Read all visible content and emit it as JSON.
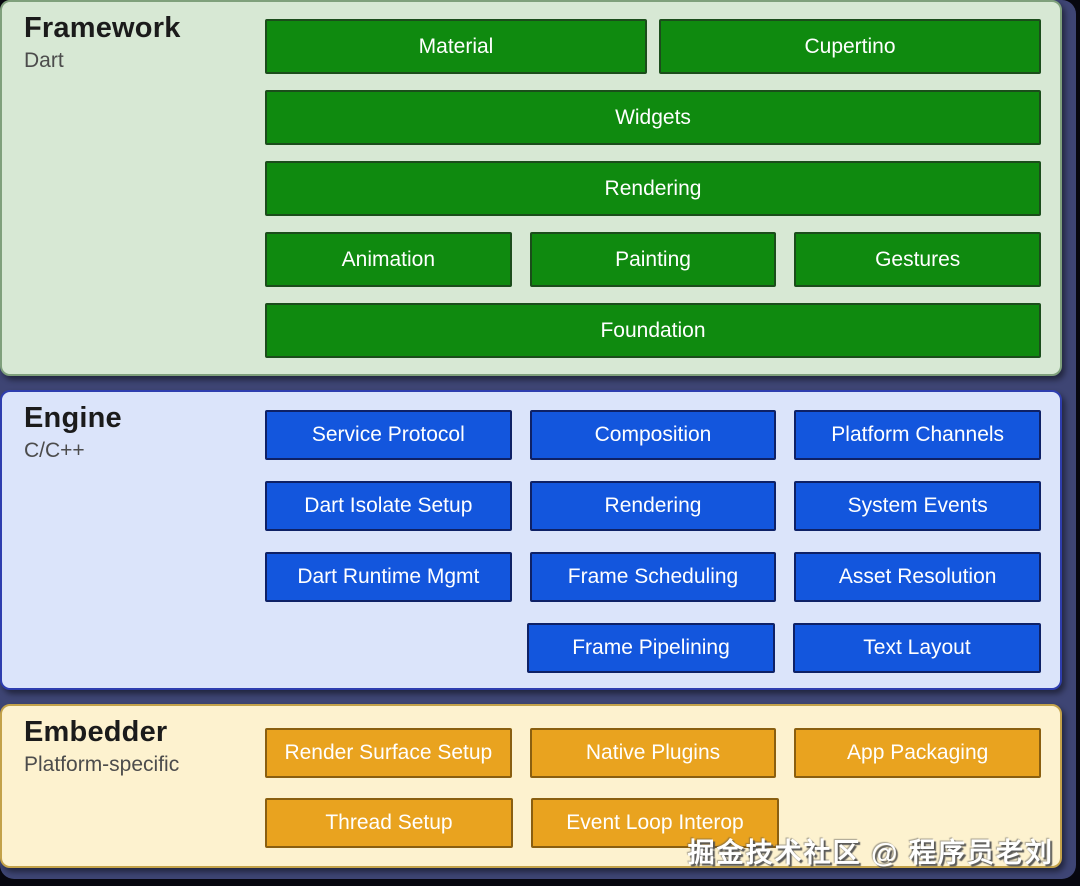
{
  "background": {
    "outer": "#07070f",
    "backdrop": "#3e4574"
  },
  "watermark": {
    "text": "掘金技术社区 @ 程序员老刘"
  },
  "layers": [
    {
      "id": "framework",
      "title": "Framework",
      "subtitle": "Dart",
      "colors": {
        "panel_bg": "#d7e8d4",
        "panel_border": "#7fa07c",
        "block_bg": "#0f8a0f",
        "block_border": "#1b4d1b"
      },
      "rows": [
        {
          "items": [
            "Material",
            "Cupertino"
          ]
        },
        {
          "items": [
            "Widgets"
          ]
        },
        {
          "items": [
            "Rendering"
          ]
        },
        {
          "items": [
            "Animation",
            "Painting",
            "Gestures"
          ]
        },
        {
          "items": [
            "Foundation"
          ]
        }
      ]
    },
    {
      "id": "engine",
      "title": "Engine",
      "subtitle": "C/C++",
      "colors": {
        "panel_bg": "#dbe4fa",
        "panel_border": "#2e3dae",
        "block_bg": "#1356dd",
        "block_border": "#0e2166"
      },
      "rows": [
        {
          "items": [
            "Service Protocol",
            "Composition",
            "Platform Channels"
          ]
        },
        {
          "items": [
            "Dart Isolate Setup",
            "Rendering",
            "System Events"
          ]
        },
        {
          "items": [
            "Dart Runtime Mgmt",
            "Frame Scheduling",
            "Asset Resolution"
          ]
        },
        {
          "items": [
            null,
            "Frame Pipelining",
            "Text Layout"
          ]
        }
      ]
    },
    {
      "id": "embedder",
      "title": "Embedder",
      "subtitle": "Platform-specific",
      "colors": {
        "panel_bg": "#fdf2cf",
        "panel_border": "#c3a24a",
        "block_bg": "#e9a31f",
        "block_border": "#8a5f10"
      },
      "rows": [
        {
          "items": [
            "Render Surface Setup",
            "Native Plugins",
            "App Packaging"
          ]
        },
        {
          "items": [
            "Thread Setup",
            "Event Loop Interop",
            null
          ]
        }
      ]
    }
  ]
}
